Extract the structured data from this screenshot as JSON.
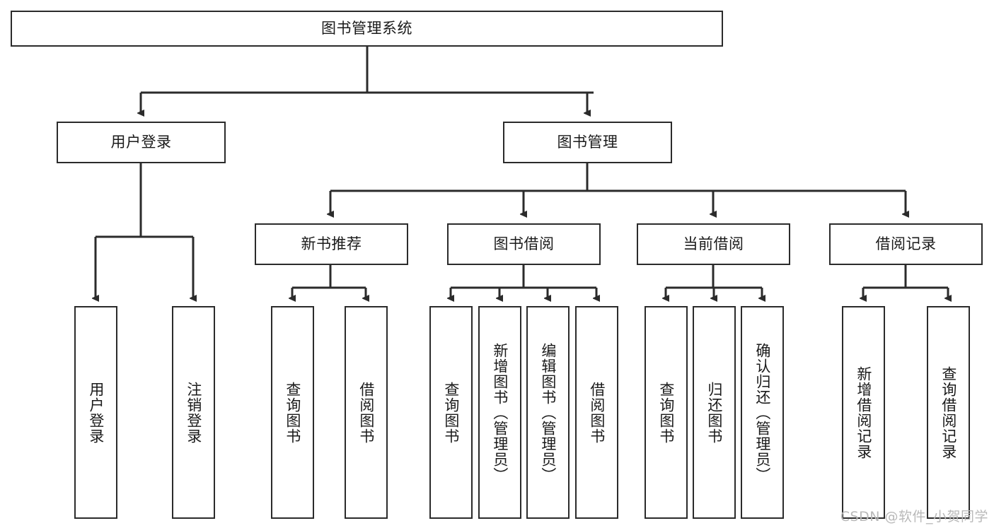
{
  "diagram": {
    "title": "图书管理系统",
    "type": "tree-hierarchy-chart",
    "watermark": "CSDN @软件_小贺同学",
    "colors": {
      "stroke": "#2b2b2b",
      "fill": "#ffffff",
      "text": "#1a1a1a",
      "watermark": "#b9b9b9"
    },
    "nodes": {
      "root": {
        "label": "图书管理系统"
      },
      "level1": [
        {
          "id": "user-login",
          "label": "用户登录"
        },
        {
          "id": "book-management",
          "label": "图书管理"
        }
      ],
      "level2": [
        {
          "id": "new-book-recommend",
          "label": "新书推荐"
        },
        {
          "id": "book-borrow",
          "label": "图书借阅"
        },
        {
          "id": "current-borrow",
          "label": "当前借阅"
        },
        {
          "id": "borrow-record",
          "label": "借阅记录"
        }
      ],
      "leaves": {
        "user-login": [
          {
            "id": "leaf-user-login",
            "label": "用户登录"
          },
          {
            "id": "leaf-logout-login",
            "label": "注销登录"
          }
        ],
        "new-book-recommend": [
          {
            "id": "leaf-query-book-1",
            "label": "查询图书"
          },
          {
            "id": "leaf-borrow-book-1",
            "label": "借阅图书"
          }
        ],
        "book-borrow": [
          {
            "id": "leaf-query-book-2",
            "label": "查询图书"
          },
          {
            "id": "leaf-add-book",
            "label": "新增图书（管理员）"
          },
          {
            "id": "leaf-edit-book",
            "label": "编辑图书（管理员）"
          },
          {
            "id": "leaf-borrow-book-2",
            "label": "借阅图书"
          }
        ],
        "current-borrow": [
          {
            "id": "leaf-query-book-3",
            "label": "查询图书"
          },
          {
            "id": "leaf-return-book",
            "label": "归还图书"
          },
          {
            "id": "leaf-confirm-return",
            "label": "确认归还（管理员）"
          }
        ],
        "borrow-record": [
          {
            "id": "leaf-add-record",
            "label": "新增借阅记录"
          },
          {
            "id": "leaf-query-record",
            "label": "查询借阅记录"
          }
        ]
      }
    }
  }
}
